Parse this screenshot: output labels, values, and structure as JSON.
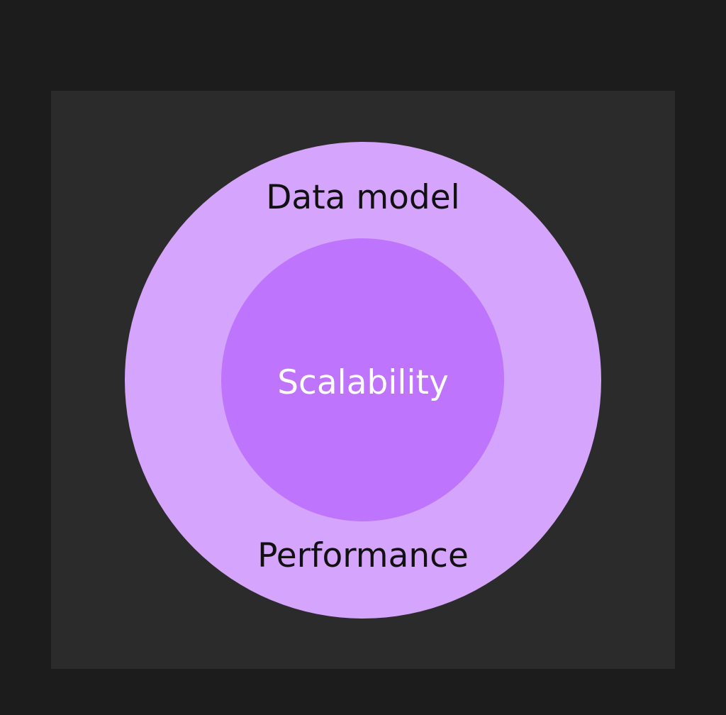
{
  "diagram": {
    "outer": {
      "top_label": "Data model",
      "bottom_label": "Performance",
      "fill": "#d5a4fd",
      "text_color": "#111111"
    },
    "inner": {
      "label": "Scalability",
      "fill": "#bf74fd",
      "text_color": "#ffffff"
    }
  },
  "colors": {
    "page_background": "#1c1c1c",
    "panel_background": "#2b2b2b"
  }
}
